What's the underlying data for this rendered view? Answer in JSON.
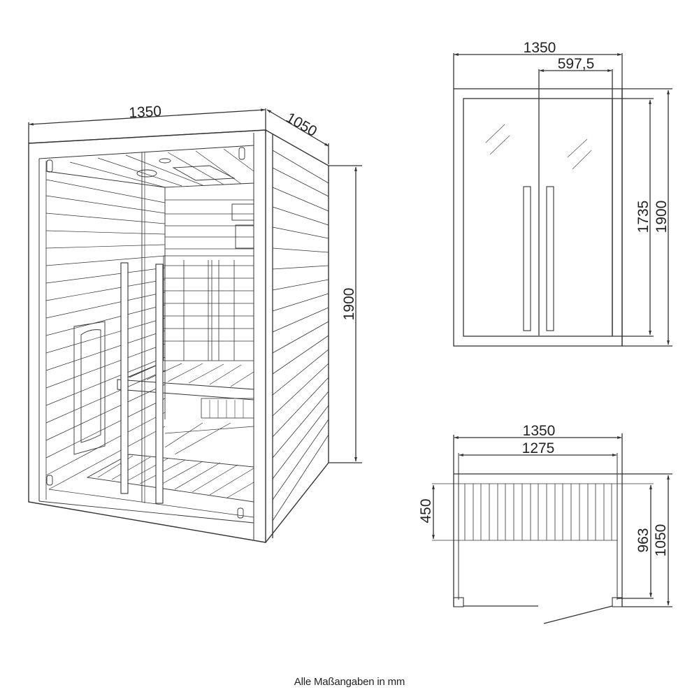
{
  "drawing": {
    "subject": "Infrared sauna cabin - dimension drawing",
    "footer_note": "Alle Maßangaben in mm",
    "colors": {
      "line": "#333333",
      "thin_line": "#555555",
      "background": "#ffffff",
      "text": "#222222"
    }
  },
  "perspective_view": {
    "name": "3D perspective view",
    "dimensions": {
      "width": "1350",
      "depth": "1050",
      "height": "1900"
    },
    "features": [
      "double glass door",
      "two vertical door handles",
      "infrared heater panels",
      "wooden bench",
      "floor grate",
      "ceiling lights",
      "slatted wood walls"
    ]
  },
  "front_view": {
    "name": "Front elevation",
    "dimensions": {
      "overall_width": "1350",
      "door_leaf_width": "597,5",
      "door_height": "1735",
      "overall_height": "1900"
    },
    "features": [
      "two glass door leaves",
      "glass reflection marks",
      "two vertical handles"
    ]
  },
  "top_view": {
    "name": "Plan view",
    "dimensions": {
      "overall_width": "1350",
      "inner_width": "1275",
      "bench_depth": "450",
      "inner_depth": "963",
      "overall_depth": "1050"
    },
    "features": [
      "slatted bench",
      "door swing line",
      "corner posts"
    ]
  }
}
